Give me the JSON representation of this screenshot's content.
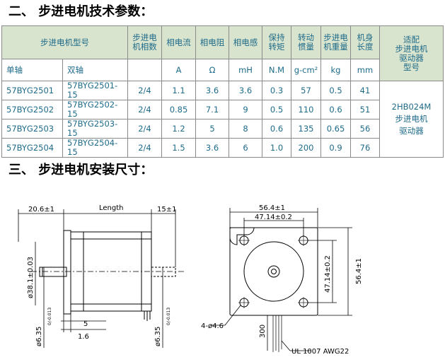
{
  "titles": {
    "params": "二、 步进电机技术参数：",
    "install": "三、 步进电机安装尺寸："
  },
  "table": {
    "header": {
      "model": "步进电机型号",
      "phases": "步进电\n机相数",
      "current": "相电流",
      "resistance": "相电阻",
      "inductance": "相电感",
      "torque": "保持\n转矩",
      "inertia": "转动\n惯量",
      "weight": "步进电\n机重量",
      "length": "机身\n长度",
      "driver": "适配\n步进电机\n驱动器\n型号"
    },
    "subheader": {
      "single": "单轴",
      "double": "双轴",
      "phases": "",
      "current": "A",
      "resistance": "Ω",
      "inductance": "mH",
      "torque": "N.M",
      "inertia": "g-cm²",
      "weight": "kg",
      "length": "mm"
    },
    "rows": [
      {
        "single": "57BYG2501",
        "double": "57BYG2501-15",
        "phases": "2/4",
        "current": "1.1",
        "resistance": "3.6",
        "inductance": "3.6",
        "torque": "0.3",
        "inertia": "57",
        "weight": "0.5",
        "length": "41"
      },
      {
        "single": "57BYG2502",
        "double": "57BYG2502-15",
        "phases": "2/4",
        "current": "0.85",
        "resistance": "7.1",
        "inductance": "9",
        "torque": "0.5",
        "inertia": "110",
        "weight": "0.6",
        "length": "51"
      },
      {
        "single": "57BYG2503",
        "double": "57BYG2503-15",
        "phases": "2/4",
        "current": "1.2",
        "resistance": "5",
        "inductance": "8",
        "torque": "0.6",
        "inertia": "135",
        "weight": "0.65",
        "length": "56"
      },
      {
        "single": "57BYG2504",
        "double": "57BYG2504-15",
        "phases": "2/4",
        "current": "1.5",
        "resistance": "3.6",
        "inductance": "6",
        "torque": "1.0",
        "inertia": "200",
        "weight": "0.9",
        "length": "76"
      }
    ],
    "driver": "2HB024M\n步进电机\n驱动器"
  },
  "drawing": {
    "side": {
      "flange_dim": "20.6±1",
      "length": "Length",
      "rear_dim": "15±1",
      "dia_38": "ø38.1±0.03",
      "dia_shaft": "ø6.35",
      "dia_shaft_tol": "0/-0.013",
      "dim_5": "5",
      "dim_1_6": "1.6",
      "rear_shaft_dia": "ø6.35",
      "rear_shaft_tol": "0/-0.013"
    },
    "front": {
      "width_outer": "56.4±1",
      "width_holes": "47.14±0.2",
      "height_holes": "47.14±0.2",
      "height_outer": "56.4±1",
      "holes": "4-ø4.6",
      "lead_len": "300",
      "cable": "UL 1007 AWG22"
    }
  }
}
